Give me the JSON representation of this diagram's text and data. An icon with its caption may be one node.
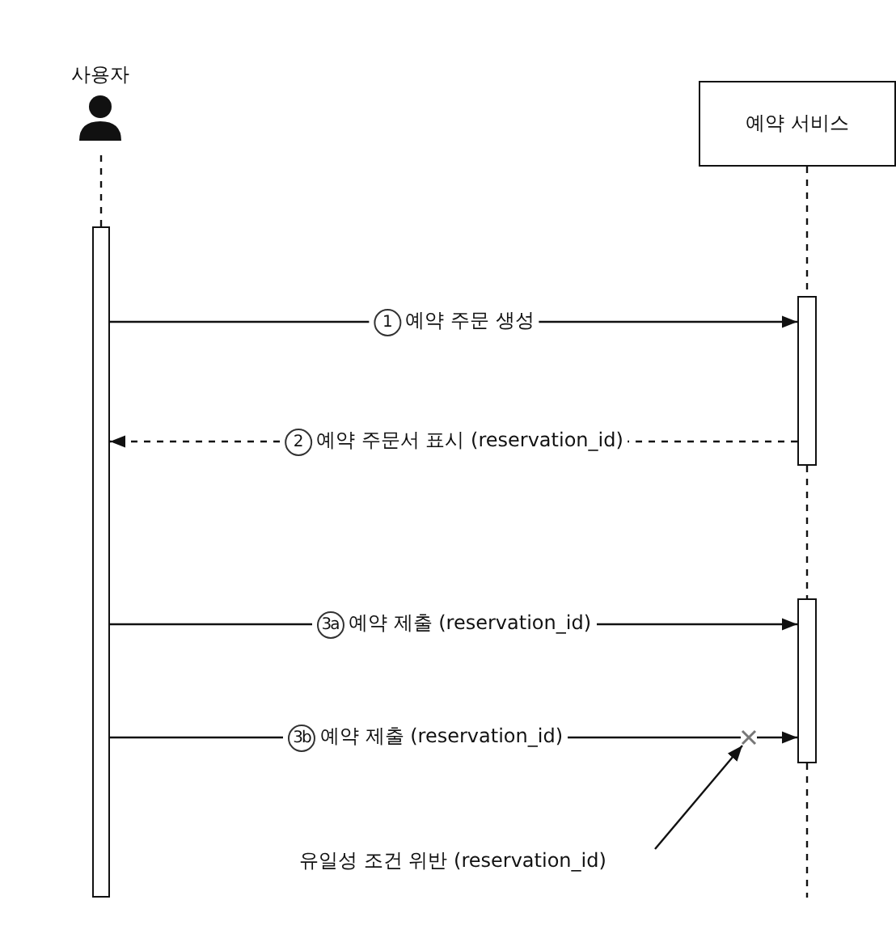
{
  "diagram": {
    "nodes": [
      {
        "text": [
          "사용자"
        ]
      },
      {
        "text": [
          "예약 서비스"
        ]
      },
      {
        "text": [],
        "shape": "bar"
      },
      {
        "text": [],
        "shape": "bar"
      },
      {
        "text": [],
        "shape": "bar"
      },
      {
        "text": [],
        "shape": "cross"
      },
      {
        "text": [
          "유일성 조건 위반 (reservation_id)"
        ]
      }
    ],
    "edges": [
      {
        "from": 0,
        "to": 2,
        "arrow": "none",
        "style": "dashed"
      },
      {
        "from": 1,
        "to": 3,
        "arrow": "none",
        "style": "dashed"
      },
      {
        "from": 3,
        "to": 4,
        "arrow": "none",
        "style": "dashed"
      },
      {
        "from": 2,
        "to": 3,
        "arrow": "to",
        "label": "1 예약 주문 생성"
      },
      {
        "from": 3,
        "to": 2,
        "arrow": "to",
        "style": "dashed",
        "label": "2 예약 주문서 표시 (reservation_id)"
      },
      {
        "from": 2,
        "to": 4,
        "arrow": "to",
        "label": "3a 예약 제출 (reservation_id)"
      },
      {
        "from": 2,
        "to": 5,
        "arrow": "none",
        "label": "3b 예약 제출 (reservation_id)"
      },
      {
        "from": 5,
        "to": 4,
        "arrow": "to"
      },
      {
        "from": 6,
        "to": 5,
        "arrow": "to"
      },
      {
        "from": 4,
        "to": null,
        "arrow": "none",
        "style": "dashed"
      }
    ]
  }
}
